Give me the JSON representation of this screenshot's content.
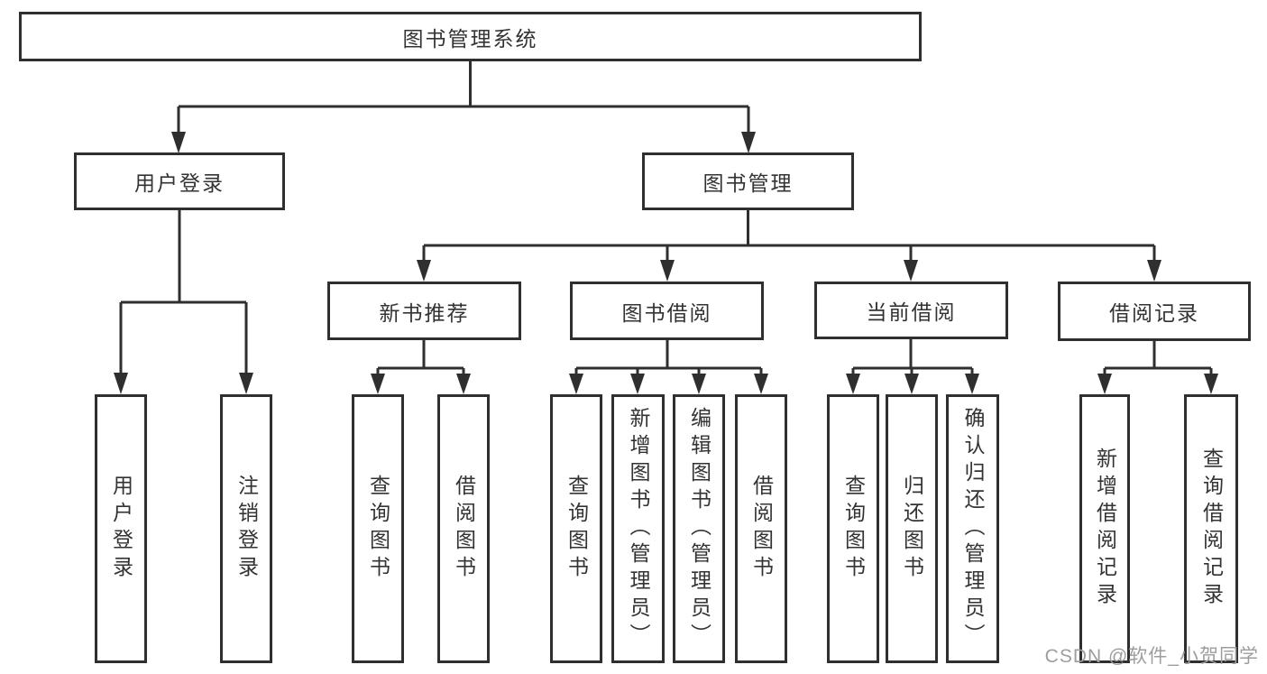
{
  "tree": {
    "root": {
      "label": "图书管理系统"
    },
    "branches": [
      {
        "label": "用户登录",
        "leaves": [
          "用户登录",
          "注销登录"
        ]
      },
      {
        "label": "图书管理",
        "groups": [
          {
            "label": "新书推荐",
            "leaves": [
              "查询图书",
              "借阅图书"
            ]
          },
          {
            "label": "图书借阅",
            "leaves": [
              "查询图书",
              "新增图书（管理员）",
              "编辑图书（管理员）",
              "借阅图书"
            ]
          },
          {
            "label": "当前借阅",
            "leaves": [
              "查询图书",
              "归还图书",
              "确认归还（管理员）"
            ]
          },
          {
            "label": "借阅记录",
            "leaves": [
              "新增借阅记录",
              "查询借阅记录"
            ]
          }
        ]
      }
    ]
  },
  "watermark": "CSDN @软件_小贺同学",
  "colors": {
    "line": "#2f2f2f",
    "text": "#333333",
    "watermark": "#9d9d9d",
    "background": "#ffffff"
  }
}
